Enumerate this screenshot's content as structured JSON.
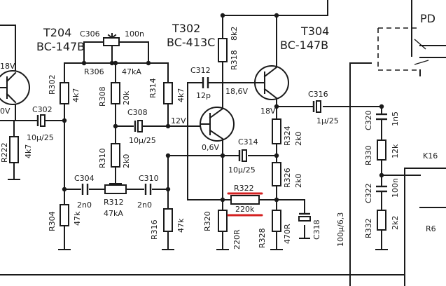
{
  "transistors": {
    "t204": {
      "ref": "T204",
      "type": "BC-147B",
      "collector_v": "18V",
      "emitter_v": "0V"
    },
    "t302": {
      "ref": "T302",
      "type": "BC-413C",
      "collector_v": "12V",
      "emitter_v": "0,6V"
    },
    "t304": {
      "ref": "T304",
      "type": "BC-147B",
      "base_v": "18,6V",
      "emitter_v": "18V"
    }
  },
  "resistors": {
    "r222": {
      "ref": "R222",
      "value": "4k7"
    },
    "r302": {
      "ref": "R302",
      "value": "4k7"
    },
    "r304": {
      "ref": "R304",
      "value": "47k"
    },
    "r306": {
      "ref": "R306",
      "value": "47kA"
    },
    "r308": {
      "ref": "R308",
      "value": "20k"
    },
    "r310": {
      "ref": "R310",
      "value": "2k0"
    },
    "r312": {
      "ref": "R312",
      "value": "47kA"
    },
    "r314": {
      "ref": "R314",
      "value": "4k7"
    },
    "r316": {
      "ref": "R316",
      "value": "47k"
    },
    "r318": {
      "ref": "R318",
      "value": "8k2"
    },
    "r320": {
      "ref": "R320",
      "value": "220R"
    },
    "r322": {
      "ref": "R322",
      "value": "220k"
    },
    "r324": {
      "ref": "R324",
      "value": "2k0"
    },
    "r326": {
      "ref": "R326",
      "value": "2k0"
    },
    "r328": {
      "ref": "R328",
      "value": "470R"
    },
    "r330": {
      "ref": "R330",
      "value": "12k"
    },
    "r332": {
      "ref": "R332",
      "value": "2k2"
    }
  },
  "capacitors": {
    "c302": {
      "ref": "C302",
      "value": "10µ/25"
    },
    "c304": {
      "ref": "C304",
      "value": "2n0"
    },
    "c306_top": {
      "ref": "C306",
      "value": "100n"
    },
    "c306_mid": {
      "ref": "C308",
      "value": "10µ/25"
    },
    "c310": {
      "ref": "C310",
      "value": "2n0"
    },
    "c312": {
      "ref": "C312",
      "value": "12p"
    },
    "c314": {
      "ref": "C314",
      "value": "10µ/25"
    },
    "c316": {
      "ref": "C316",
      "value": "1µ/25"
    },
    "c318": {
      "ref": "C318",
      "value": "100µ/6,3"
    },
    "c320": {
      "ref": "C320",
      "value": "1n5"
    },
    "c322": {
      "ref": "C322",
      "value": "100n"
    }
  },
  "other": {
    "pd_label": "PD",
    "k_label": "K16",
    "r_edge_label": "R6"
  },
  "highlight_color": "#d42020"
}
